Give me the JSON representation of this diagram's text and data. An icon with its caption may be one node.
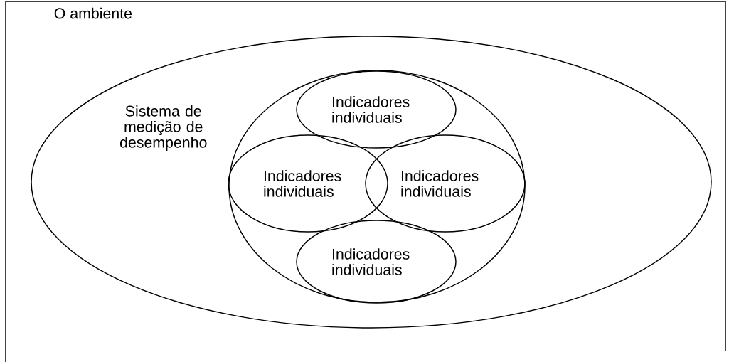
{
  "diagram": {
    "nodes": [
      {
        "text": [
          "O ambiente"
        ]
      },
      {
        "text": [
          "Sistema de medição de desempenho"
        ],
        "in": 0
      },
      {
        "text": [],
        "shape": "circle",
        "in": 1
      },
      {
        "text": [
          "Indicadores individuais"
        ],
        "in": 2
      },
      {
        "text": [
          "Indicadores individuais"
        ],
        "in": 2
      },
      {
        "text": [
          "Indicadores individuais"
        ],
        "in": 2
      },
      {
        "text": [
          "Indicadores individuais"
        ],
        "in": 2
      }
    ],
    "edges": []
  }
}
